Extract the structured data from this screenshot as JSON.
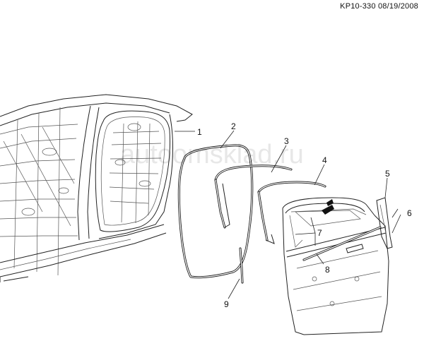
{
  "header": {
    "code": "KP10-330 08/19/2008"
  },
  "watermark": {
    "text": "autoomsklad.ru"
  },
  "callouts": [
    {
      "id": "1",
      "label": "1"
    },
    {
      "id": "2",
      "label": "2"
    },
    {
      "id": "3",
      "label": "3"
    },
    {
      "id": "4",
      "label": "4"
    },
    {
      "id": "5",
      "label": "5"
    },
    {
      "id": "6",
      "label": "6"
    },
    {
      "id": "7",
      "label": "7"
    },
    {
      "id": "8",
      "label": "8"
    },
    {
      "id": "9",
      "label": "9"
    }
  ]
}
